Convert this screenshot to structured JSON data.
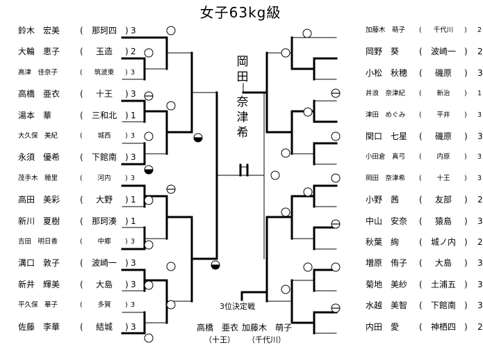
{
  "title": "女子63kg級",
  "left_bracket": [
    {
      "name": "鈴木　宏美",
      "pref": "那珂四",
      "score": "3",
      "small": false
    },
    {
      "name": "大輪　恵子",
      "pref": "玉造",
      "score": "2",
      "small": false
    },
    {
      "name": "高津　佳奈子",
      "pref": "筑波東",
      "score": "3",
      "small": true
    },
    {
      "name": "高橋　亜衣",
      "pref": "十王",
      "score": "3",
      "small": false
    },
    {
      "name": "湯本　華",
      "pref": "三和北",
      "score": "1",
      "small": false
    },
    {
      "name": "大久保　美紀",
      "pref": "城西",
      "score": "3",
      "small": true
    },
    {
      "name": "永須　優希",
      "pref": "下館南",
      "score": "3",
      "small": false
    },
    {
      "name": "茂手木　穂里",
      "pref": "河内",
      "score": "3",
      "small": true
    },
    {
      "name": "高田　美彩",
      "pref": "大野",
      "score": "1",
      "small": false
    },
    {
      "name": "新川　夏樹",
      "pref": "那珂湊",
      "score": "1",
      "small": false
    },
    {
      "name": "吉田　明日香",
      "pref": "中郷",
      "score": "3",
      "small": true
    },
    {
      "name": "溝口　敦子",
      "pref": "波崎一",
      "score": "3",
      "small": false
    },
    {
      "name": "新井　輝美",
      "pref": "大島",
      "score": "3",
      "small": false
    },
    {
      "name": "平久保　華子",
      "pref": "多賀",
      "score": "3",
      "small": true
    },
    {
      "name": "佐藤　李華",
      "pref": "結城",
      "score": "3",
      "small": false
    }
  ],
  "right_bracket": [
    {
      "name": "加藤木　萌子",
      "pref": "千代川",
      "score": "2",
      "small": true
    },
    {
      "name": "岡野　葵",
      "pref": "波崎一",
      "score": "2",
      "small": false
    },
    {
      "name": "小松　秋穂",
      "pref": "磯原",
      "score": "3",
      "small": false
    },
    {
      "name": "井浪　奈津紀",
      "pref": "新治",
      "score": "1",
      "small": true
    },
    {
      "name": "津田　めぐみ",
      "pref": "平井",
      "score": "3",
      "small": true
    },
    {
      "name": "関口　七星",
      "pref": "磯原",
      "score": "3",
      "small": false
    },
    {
      "name": "小田倉　真弓",
      "pref": "内原",
      "score": "3",
      "small": true
    },
    {
      "name": "岡田　奈津希",
      "pref": "十王",
      "score": "3",
      "small": true
    },
    {
      "name": "小野　茜",
      "pref": "友部",
      "score": "2",
      "small": false
    },
    {
      "name": "中山　安奈",
      "pref": "猿島",
      "score": "3",
      "small": false
    },
    {
      "name": "秋葉　絢",
      "pref": "城ノ内",
      "score": "2",
      "small": false
    },
    {
      "name": "増原　侑子",
      "pref": "大島",
      "score": "3",
      "small": false
    },
    {
      "name": "菊地　美紗",
      "pref": "土浦五",
      "score": "3",
      "small": false
    },
    {
      "name": "水越　美智",
      "pref": "下館南",
      "score": "3",
      "small": false
    },
    {
      "name": "内田　愛",
      "pref": "神栖四",
      "score": "2",
      "small": false
    }
  ],
  "champion": {
    "lines": [
      "岡",
      "田",
      "",
      "奈",
      "津",
      "希"
    ]
  },
  "third_place": {
    "caption": "3位決定戦",
    "left_name": "高橋　亜衣",
    "left_pref": "（十王）",
    "right_name": "加藤木　萌子",
    "right_pref": "（千代川）"
  }
}
